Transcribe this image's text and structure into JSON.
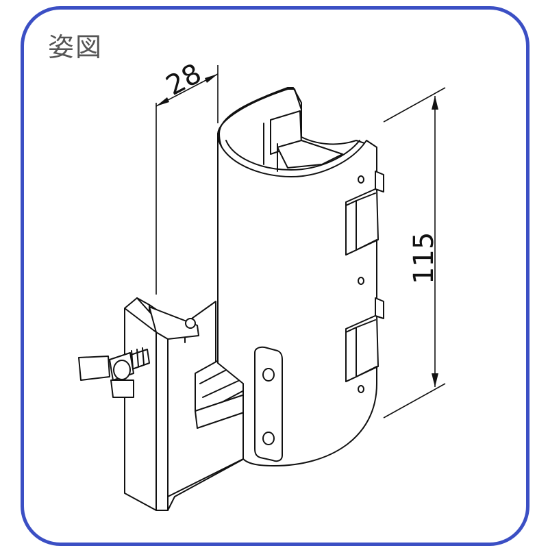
{
  "title": "姿図",
  "dimensions": {
    "width": "28",
    "height": "115"
  },
  "colors": {
    "frame": "#3b4fc4",
    "title": "#555555",
    "lines": "#111111"
  }
}
